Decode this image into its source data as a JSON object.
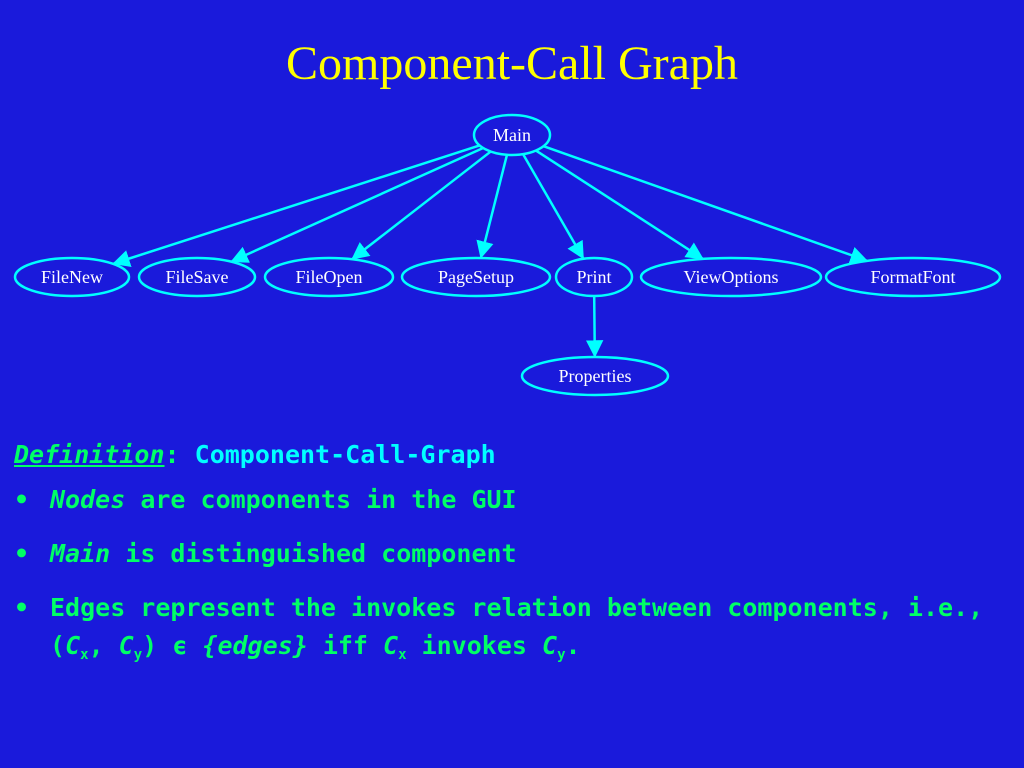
{
  "title": "Component-Call Graph",
  "colors": {
    "background": "#1a1adb",
    "title": "#ffff00",
    "edge": "#00ffff",
    "text": "#00ff66",
    "term": "#00ffff",
    "node_text": "#ffffff"
  },
  "graph": {
    "root": "Main",
    "nodes": [
      "Main",
      "FileNew",
      "FileSave",
      "FileOpen",
      "PageSetup",
      "Print",
      "ViewOptions",
      "FormatFont",
      "Properties"
    ],
    "edges": [
      [
        "Main",
        "FileNew"
      ],
      [
        "Main",
        "FileSave"
      ],
      [
        "Main",
        "FileOpen"
      ],
      [
        "Main",
        "PageSetup"
      ],
      [
        "Main",
        "Print"
      ],
      [
        "Main",
        "ViewOptions"
      ],
      [
        "Main",
        "FormatFont"
      ],
      [
        "Print",
        "Properties"
      ]
    ]
  },
  "definition": {
    "label": "Definition",
    "colon": ":",
    "term": "Component-Call-Graph"
  },
  "bullets": {
    "glyph": "•",
    "b1": {
      "em": "Nodes",
      "rest": " are components in the GUI"
    },
    "b2": {
      "em": "Main",
      "rest": " is distinguished  component"
    },
    "b3": {
      "pre": "Edges represent the invokes relation between components, i.e., (",
      "c1": "C",
      "s1": "x",
      "sep": ", ",
      "c2": "C",
      "s2": "y",
      "close": ") ",
      "eps": "ϵ",
      "space": " ",
      "edges": "{edges}",
      "iff": "  iff ",
      "c3": "C",
      "s3": "x",
      "inv": " invokes ",
      "c4": "C",
      "s4": "y",
      "end": "."
    }
  }
}
